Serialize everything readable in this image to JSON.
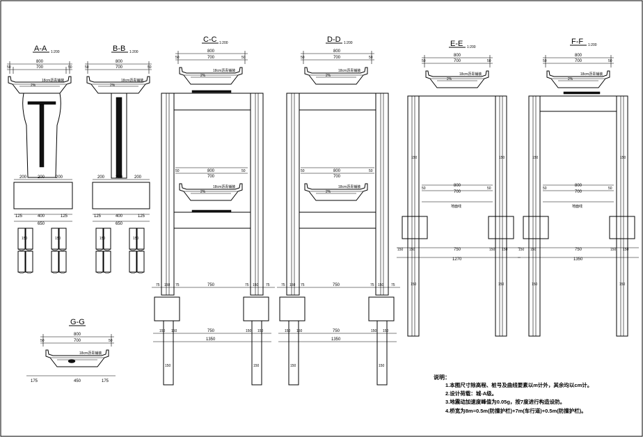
{
  "sections": {
    "aa": {
      "title": "A-A",
      "scale": "1:200"
    },
    "bb": {
      "title": "B-B",
      "scale": "1:200"
    },
    "cc": {
      "title": "C-C",
      "scale": "1:200"
    },
    "dd": {
      "title": "D-D",
      "scale": "1:200"
    },
    "ee": {
      "title": "E-E",
      "scale": "1:200"
    },
    "ff": {
      "title": "F-F",
      "scale": "1:200"
    },
    "gg": {
      "title": "G-G",
      "scale": ""
    }
  },
  "dims": {
    "deck_total": "800",
    "deck_inner": "700",
    "edge": "50",
    "pave": "18cm沥青铺装",
    "slope": "2%",
    "pier": "200",
    "pile_cap_inner": "400",
    "pile_cap_edge": "125",
    "cap_width": "650",
    "pile": "150",
    "frame_col": "75",
    "span": "750",
    "span_total_1350": "1350",
    "span_total_1270": "1270",
    "ground": "地面线",
    "gg_side": "175",
    "gg_mid": "450"
  },
  "notes": {
    "heading": "说明：",
    "items": [
      "1.本图尺寸除高程、桩号及曲线要素以m计外，其余均以cm计。",
      "2.设计荷载：城-A级。",
      "3.地震动加速度峰值为0.05g，按7度进行构造设防。",
      "4.桥宽为8m=0.5m(防撞护栏)+7m(车行道)+0.5m(防撞护栏)。"
    ]
  }
}
